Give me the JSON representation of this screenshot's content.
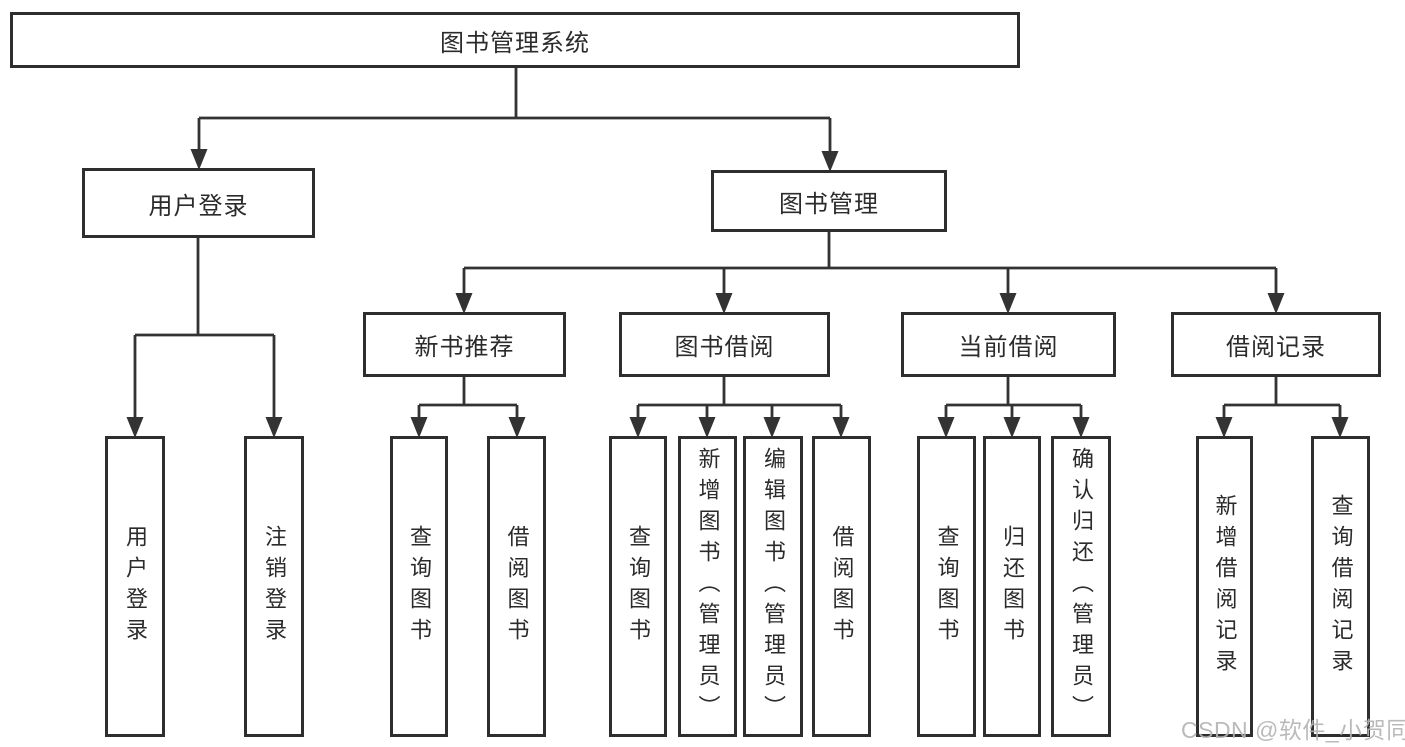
{
  "tree": {
    "label": "图书管理系统",
    "children": [
      {
        "label": "用户登录",
        "children": [
          {
            "label": "用户登录"
          },
          {
            "label": "注销登录"
          }
        ]
      },
      {
        "label": "图书管理",
        "children": [
          {
            "label": "新书推荐",
            "children": [
              {
                "label": "查询图书"
              },
              {
                "label": "借阅图书"
              }
            ]
          },
          {
            "label": "图书借阅",
            "children": [
              {
                "label": "查询图书"
              },
              {
                "label": "新增图书（管理员）"
              },
              {
                "label": "编辑图书（管理员）"
              },
              {
                "label": "借阅图书"
              }
            ]
          },
          {
            "label": "当前借阅",
            "children": [
              {
                "label": "查询图书"
              },
              {
                "label": "归还图书"
              },
              {
                "label": "确认归还（管理员）"
              }
            ]
          },
          {
            "label": "借阅记录",
            "children": [
              {
                "label": "新增借阅记录"
              },
              {
                "label": "查询借阅记录"
              }
            ]
          }
        ]
      }
    ]
  },
  "watermark": {
    "text": "CSDN @软件_小贺同学"
  },
  "colors": {
    "line": "#333333",
    "box_border": "#2e2e2e",
    "box_fill": "#ffffff",
    "text": "#2b2b2b",
    "watermark": "#b3b3b3",
    "background": "#ffffff"
  }
}
